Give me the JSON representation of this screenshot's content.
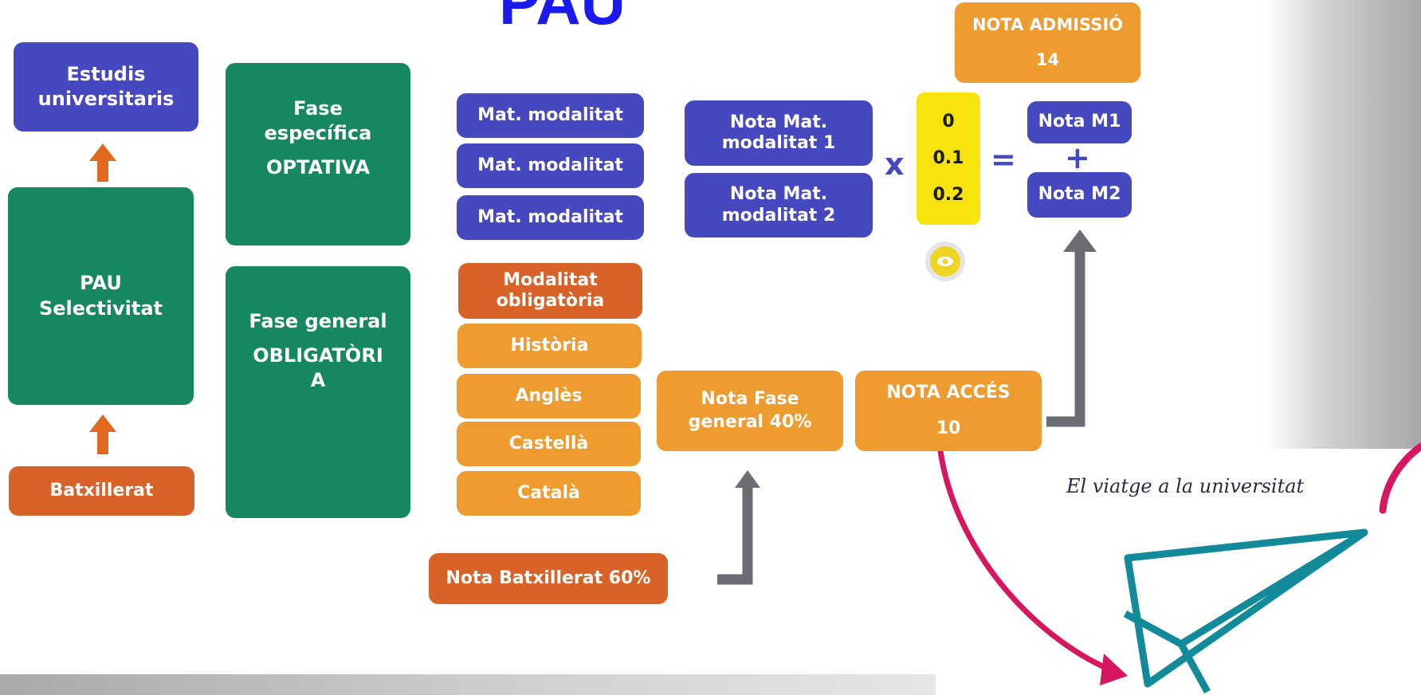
{
  "title": "PAU",
  "subtitle": "El viatge a la universitat",
  "left_column": {
    "studies": "Estudis universitaris",
    "pau_line1": "PAU",
    "pau_line2": "Selectivitat",
    "batxillerat": "Batxillerat"
  },
  "phases": {
    "specific_line1": "Fase",
    "specific_line2": "específica",
    "specific_optional": "OPTATIVA",
    "general_line1": "Fase general",
    "general_mandatory_line1": "OBLIGATÒRI",
    "general_mandatory_line2": "A"
  },
  "subjects": {
    "modality": [
      "Mat. modalitat",
      "Mat. modalitat",
      "Mat. modalitat"
    ],
    "mandatory_modality_line1": "Modalitat",
    "mandatory_modality_line2": "obligatòria",
    "general": [
      "Història",
      "Anglès",
      "Castellà",
      "Català"
    ]
  },
  "batxillerat_grade": "Nota Batxillerat 60%",
  "general_grade_line1": "Nota Fase",
  "general_grade_line2": "general 40%",
  "access": {
    "label": "NOTA ACCÉS",
    "value": "10"
  },
  "admission": {
    "label": "NOTA ADMISSIÓ",
    "value": "14"
  },
  "modality_grades": [
    {
      "line1": "Nota Mat.",
      "line2": "modalitat 1"
    },
    {
      "line1": "Nota Mat.",
      "line2": "modalitat 2"
    }
  ],
  "operators": {
    "times": "x",
    "equals": "=",
    "plus": "+"
  },
  "weights": [
    "0",
    "0.1",
    "0.2"
  ],
  "results": [
    "Nota M1",
    "Nota M2"
  ],
  "colors": {
    "blue": "#4648bf",
    "green": "#158761",
    "dark_orange": "#d96228",
    "light_orange": "#ee9b2f",
    "yellow": "#f6e40c",
    "gray_arrow": "#6c6d74",
    "magenta": "#d6165f",
    "teal": "#128a9a",
    "title_blue": "#1a1aee"
  },
  "icons": [
    "arrow-up-icon",
    "eye-icon",
    "paper-plane-icon"
  ]
}
